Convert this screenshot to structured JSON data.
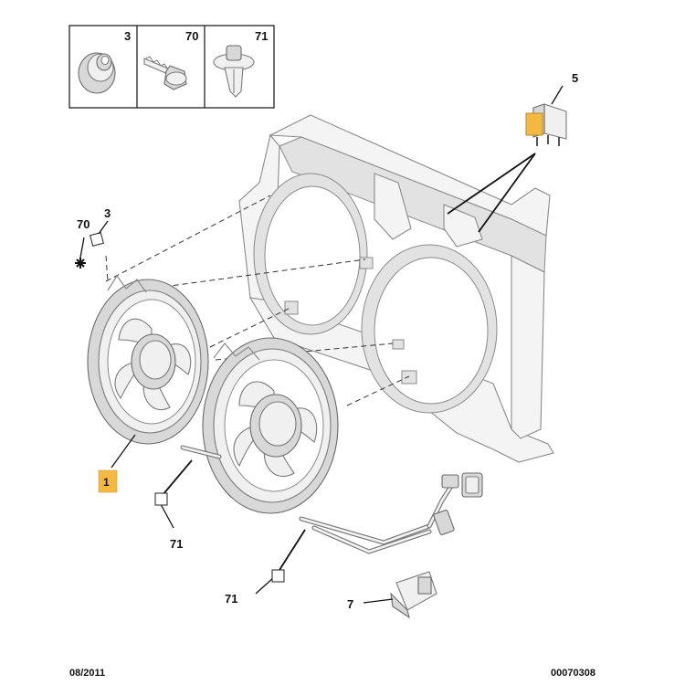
{
  "legend_box": {
    "cells": [
      {
        "ref": "3",
        "icon": "washer-nut-icon"
      },
      {
        "ref": "70",
        "icon": "bolt-icon"
      },
      {
        "ref": "71",
        "icon": "plastic-clip-icon"
      }
    ]
  },
  "callouts": {
    "fan_assembly": "1",
    "resistor_module": "5",
    "bracket": "7",
    "screw_top": "70",
    "washer_top": "3",
    "clip_left": "71",
    "clip_bottom": "71"
  },
  "footer": {
    "date": "08/2011",
    "reference": "00070308"
  },
  "colors": {
    "highlight": "#f5b942",
    "part_fill": "#f0f0f0",
    "outline": "#7a7a7a"
  }
}
